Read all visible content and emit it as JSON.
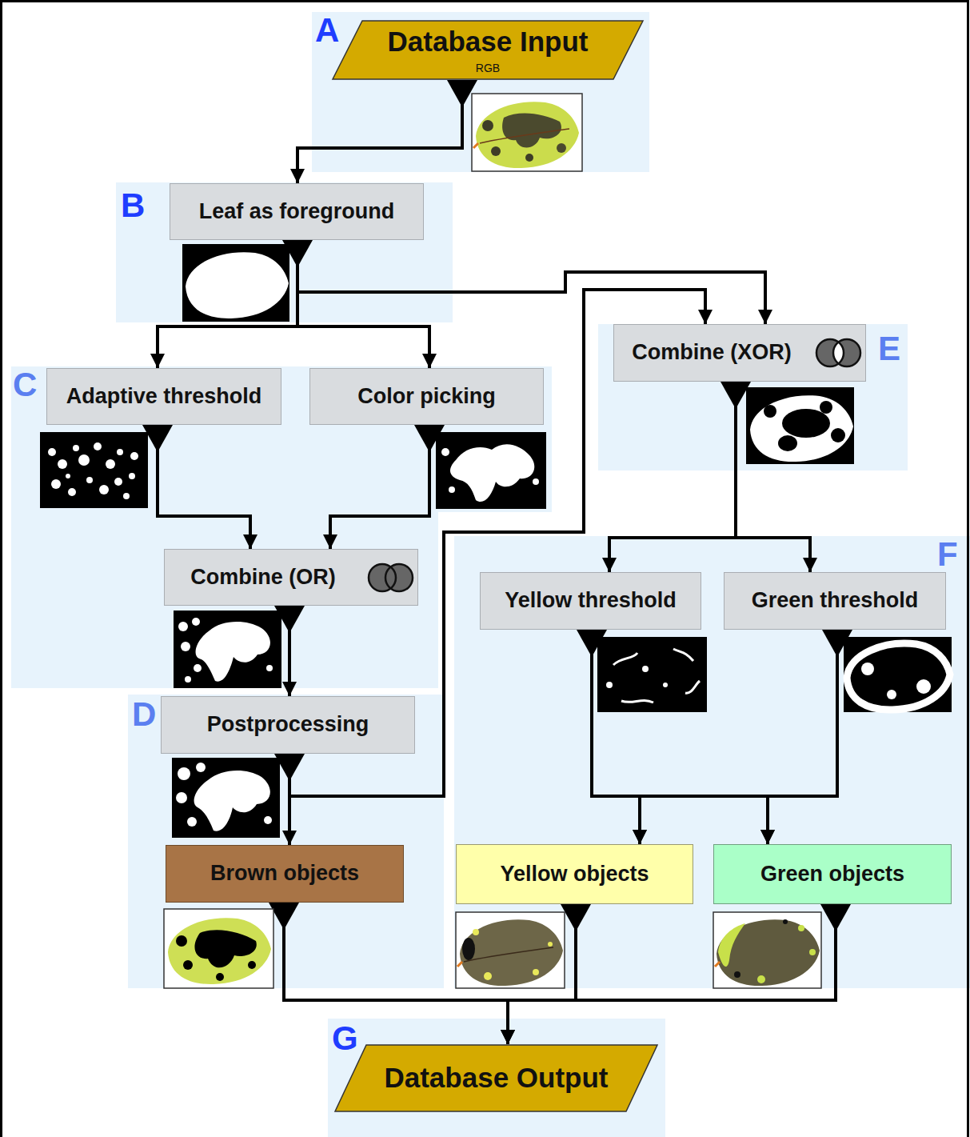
{
  "diagram": {
    "nodes": [
      {
        "text": [
          "A"
        ]
      },
      {
        "text": [
          "Database Input",
          "RGB"
        ],
        "in": 0
      },
      {
        "text": [
          "B"
        ]
      },
      {
        "text": [
          "Leaf as foreground"
        ],
        "in": 2
      },
      {
        "text": [
          "C"
        ]
      },
      {
        "text": [
          "Adaptive threshold"
        ],
        "in": 4
      },
      {
        "text": [
          "Color picking"
        ],
        "in": 4
      },
      {
        "text": [
          "Combine (OR)"
        ],
        "in": 4
      },
      {
        "text": [
          "D"
        ]
      },
      {
        "text": [
          "Postprocessing"
        ],
        "in": 8
      },
      {
        "text": [
          "Brown objects"
        ],
        "in": 8
      },
      {
        "text": [
          "E"
        ]
      },
      {
        "text": [
          "Combine (XOR)"
        ],
        "in": 11
      },
      {
        "text": [
          "F"
        ]
      },
      {
        "text": [
          "Yellow threshold"
        ],
        "in": 13
      },
      {
        "text": [
          "Green threshold"
        ],
        "in": 13
      },
      {
        "text": [
          "Yellow objects"
        ],
        "in": 13
      },
      {
        "text": [
          "Green objects"
        ],
        "in": 13
      },
      {
        "text": [
          "G"
        ]
      },
      {
        "text": [
          "Database Output"
        ],
        "in": 18
      }
    ],
    "edges": [
      {
        "from": 1,
        "to": 3,
        "arrow": "to"
      },
      {
        "from": 3,
        "to": 5,
        "arrow": "to"
      },
      {
        "from": 3,
        "to": 6,
        "arrow": "to"
      },
      {
        "from": 3,
        "to": 12,
        "arrow": "to"
      },
      {
        "from": 5,
        "to": 7,
        "arrow": "to"
      },
      {
        "from": 6,
        "to": 7,
        "arrow": "to"
      },
      {
        "from": 7,
        "to": 9,
        "arrow": "to"
      },
      {
        "from": 9,
        "to": 10,
        "arrow": "to"
      },
      {
        "from": 9,
        "to": 12,
        "arrow": "to"
      },
      {
        "from": 12,
        "to": 14,
        "arrow": "to"
      },
      {
        "from": 12,
        "to": 15,
        "arrow": "to"
      },
      {
        "from": 14,
        "to": 16,
        "arrow": "to"
      },
      {
        "from": 14,
        "to": 17,
        "arrow": "to"
      },
      {
        "from": 15,
        "to": 16,
        "arrow": "to"
      },
      {
        "from": 15,
        "to": 17,
        "arrow": "to"
      },
      {
        "from": 10,
        "to": 19,
        "arrow": "to"
      },
      {
        "from": 16,
        "to": 19,
        "arrow": "to"
      },
      {
        "from": 17,
        "to": 19,
        "arrow": "to"
      }
    ]
  }
}
